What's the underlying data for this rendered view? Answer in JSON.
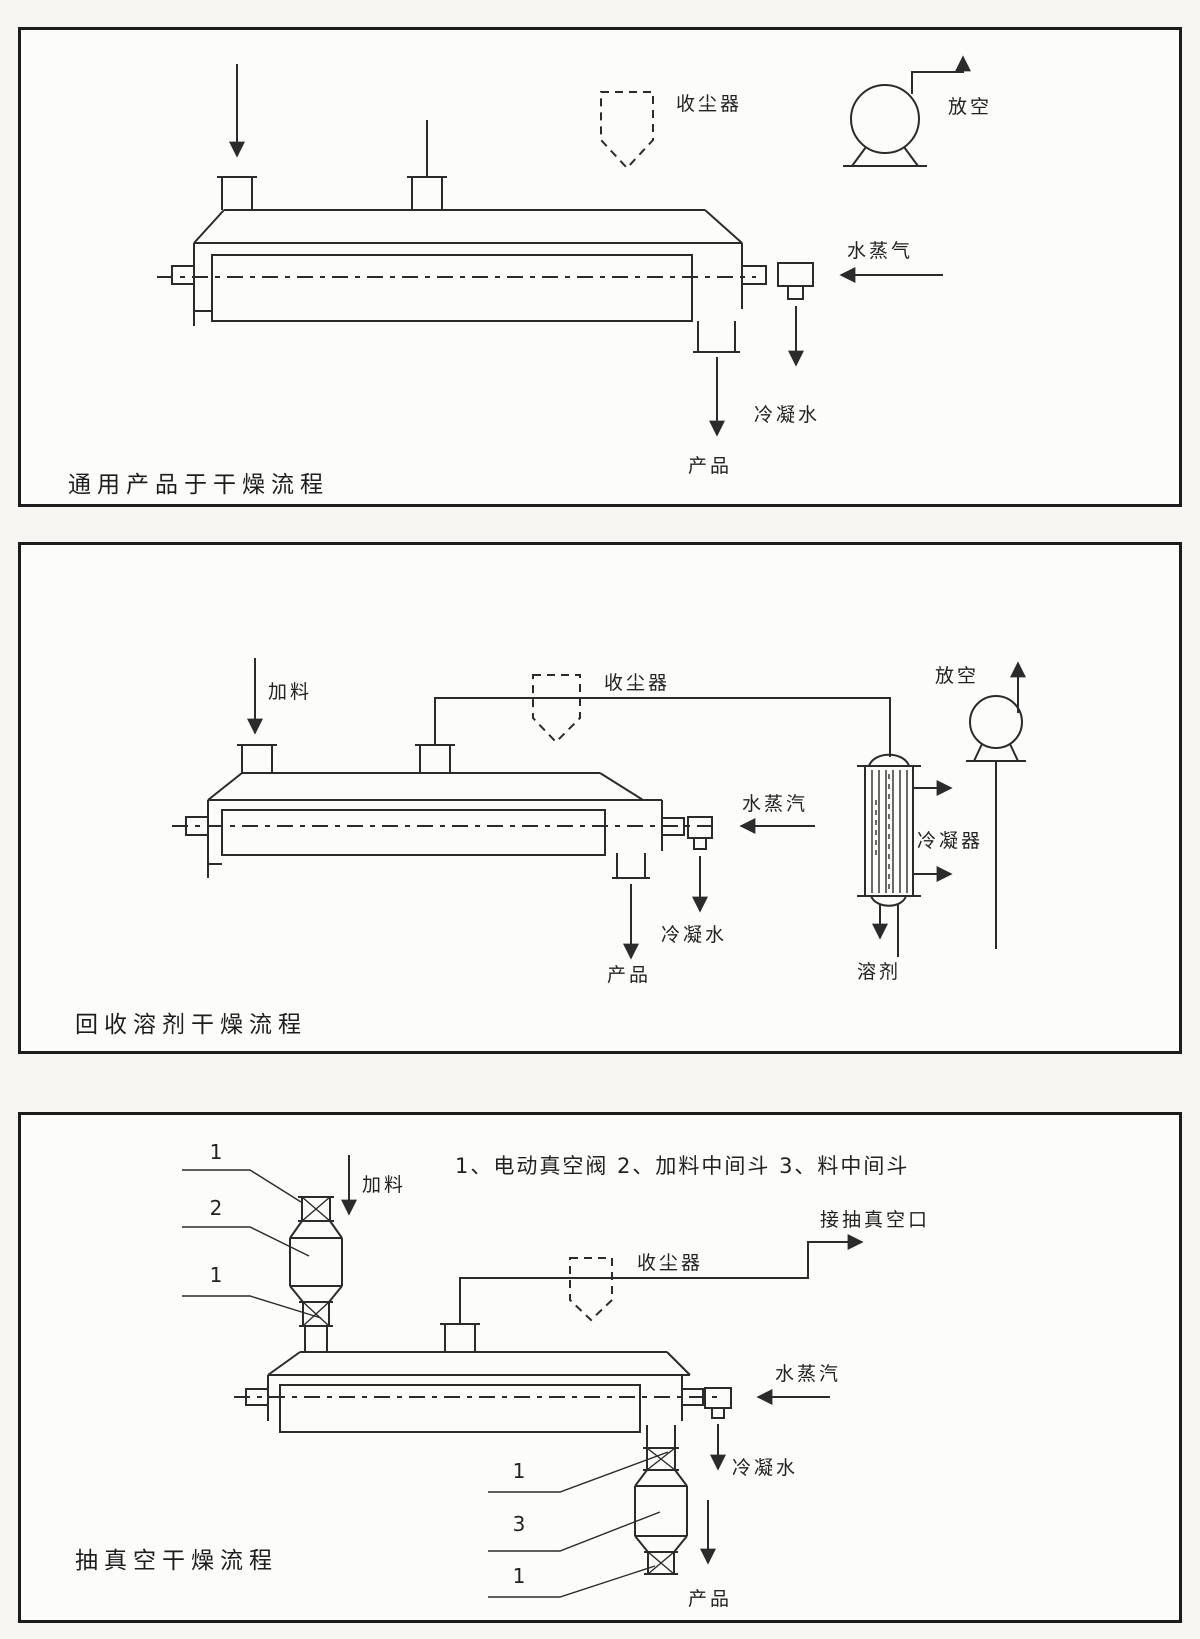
{
  "page": {
    "background": "#f6f5f2",
    "panel_background": "#fcfcfa",
    "line_color": "#2b2b2b",
    "border_color": "#1c1c1c"
  },
  "panels": [
    {
      "caption": "通用产品于干燥流程",
      "labels": {
        "dust_collector": "收尘器",
        "vent": "放空",
        "steam": "水蒸气",
        "condensate": "冷凝水",
        "product": "产品"
      }
    },
    {
      "caption": "回收溶剂干燥流程",
      "labels": {
        "feed": "加料",
        "dust_collector": "收尘器",
        "vent": "放空",
        "steam": "水蒸汽",
        "condenser": "冷凝器",
        "condensate": "冷凝水",
        "product": "产品",
        "solvent": "溶剂"
      }
    },
    {
      "caption": "抽真空干燥流程",
      "legend": "1、电动真空阀  2、加料中间斗  3、料中间斗",
      "labels": {
        "feed": "加料",
        "dust_collector": "收尘器",
        "vacuum_port": "接抽真空口",
        "steam": "水蒸汽",
        "condensate": "冷凝水",
        "product": "产品"
      },
      "callouts_top": [
        "1",
        "2",
        "1"
      ],
      "callouts_bottom": [
        "1",
        "3",
        "1"
      ]
    }
  ]
}
